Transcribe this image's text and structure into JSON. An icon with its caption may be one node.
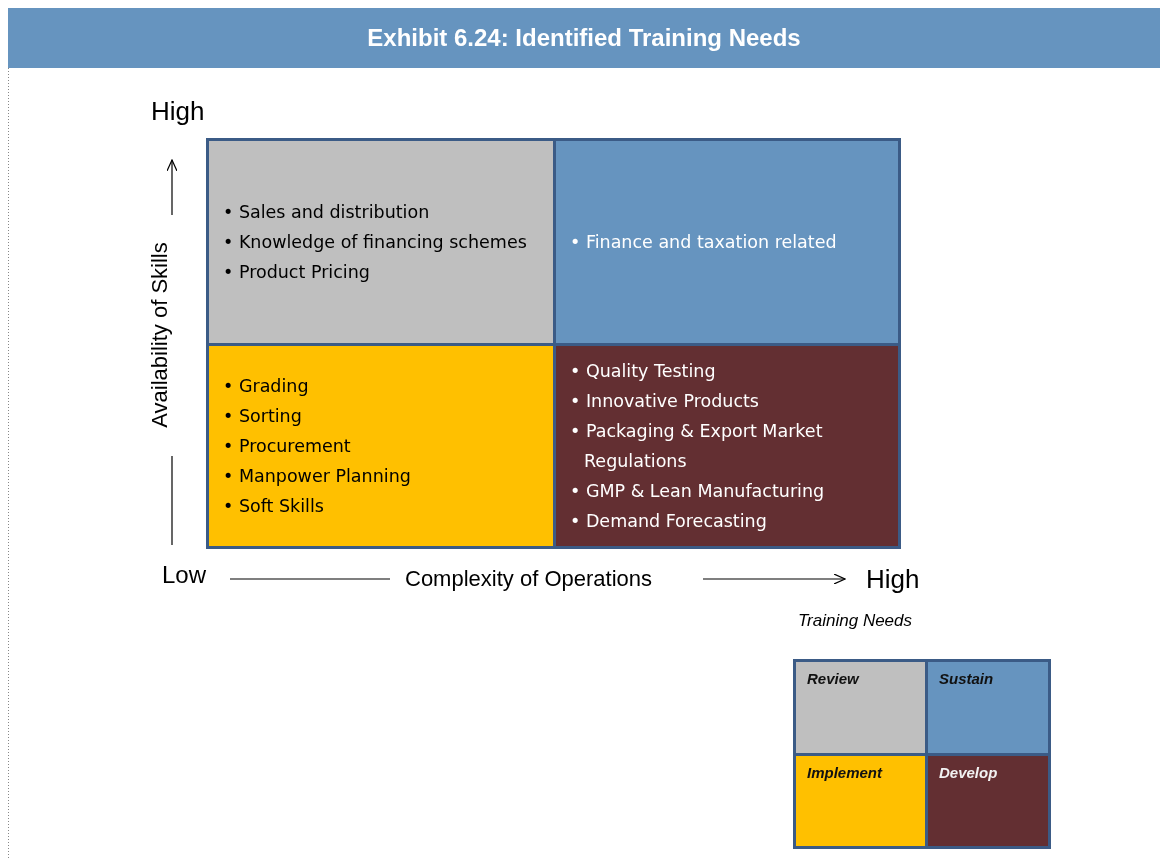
{
  "diagram": {
    "title": "Exhibit 6.24: Identified Training Needs",
    "nodes": [
      {
        "text": [
          "• Sales and distribution",
          "• Knowledge of financing schemes",
          "• Product Pricing"
        ]
      },
      {
        "text": [
          "• Finance and taxation related"
        ]
      },
      {
        "text": [
          "• Grading",
          "• Sorting",
          "• Procurement",
          "• Manpower Planning",
          "• Soft Skills"
        ]
      },
      {
        "text": [
          "• Quality Testing",
          "• Innovative Products",
          "• Packaging & Export Market Regulations",
          "• GMP & Lean Manufacturing",
          "• Demand Forecasting"
        ]
      }
    ],
    "labels": [
      "High",
      "Availability of Skills",
      "Low",
      "Complexity of Operations",
      "High",
      "Training Needs"
    ],
    "legend": [
      {
        "text": "Review",
        "color": "#bfbfbf"
      },
      {
        "text": "Sustain",
        "color": "#6694bf"
      },
      {
        "text": "Implement",
        "color": "#ffc000"
      },
      {
        "text": "Develop",
        "color": "#632f32"
      }
    ]
  }
}
